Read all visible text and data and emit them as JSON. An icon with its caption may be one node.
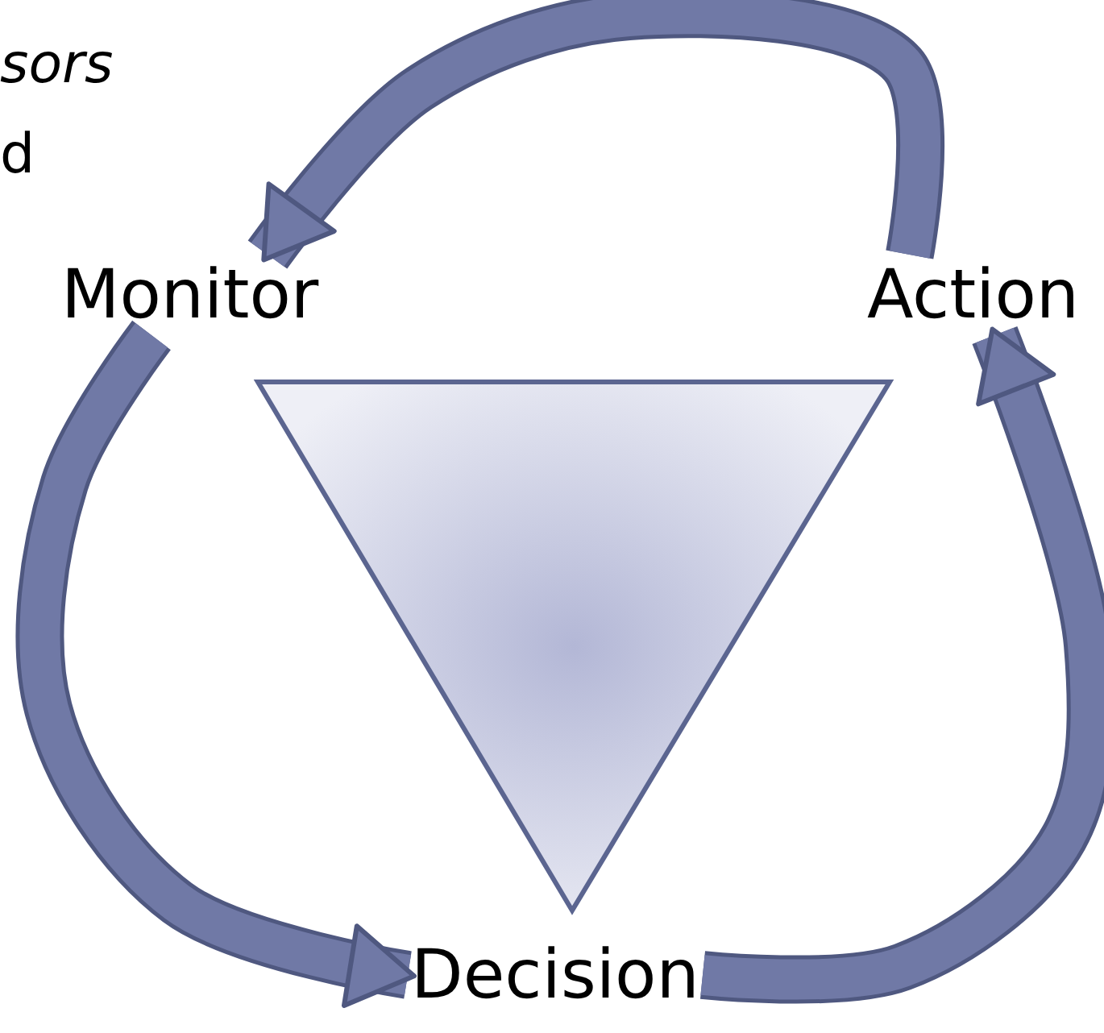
{
  "diagram": {
    "nodes": [
      {
        "text": [
          "Monitor"
        ]
      },
      {
        "text": [
          "Action"
        ]
      },
      {
        "text": [
          "Decision"
        ]
      }
    ],
    "edges": [
      {
        "from": 1,
        "to": 0,
        "arrow": "to"
      },
      {
        "from": 0,
        "to": 2,
        "arrow": "to"
      },
      {
        "from": 2,
        "to": 1,
        "arrow": "to"
      }
    ],
    "labels": [
      "sors",
      "d"
    ]
  }
}
